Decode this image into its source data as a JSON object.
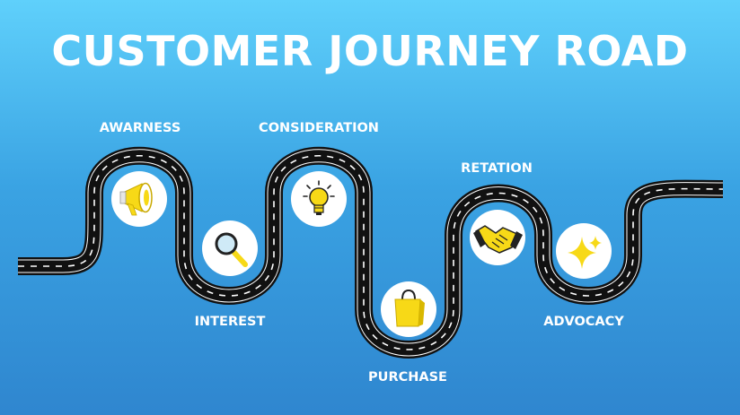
{
  "title": "CUSTOMER JOURNEY ROAD",
  "stages": [
    {
      "label": "AWARNESS",
      "icon": "megaphone-icon"
    },
    {
      "label": "INTEREST",
      "icon": "magnifying-glass-icon"
    },
    {
      "label": "CONSIDERATION",
      "icon": "lightbulb-icon"
    },
    {
      "label": "PURCHASE",
      "icon": "shopping-bag-icon"
    },
    {
      "label": "RETATION",
      "icon": "handshake-icon"
    },
    {
      "label": "ADVOCACY",
      "icon": "sparkles-icon"
    }
  ],
  "colors": {
    "background_top": "#5fd0fb",
    "background_bottom": "#2f86cf",
    "road": "#111111",
    "road_markings": "#ffffff",
    "icon_accent": "#f7d917",
    "text": "#ffffff"
  }
}
